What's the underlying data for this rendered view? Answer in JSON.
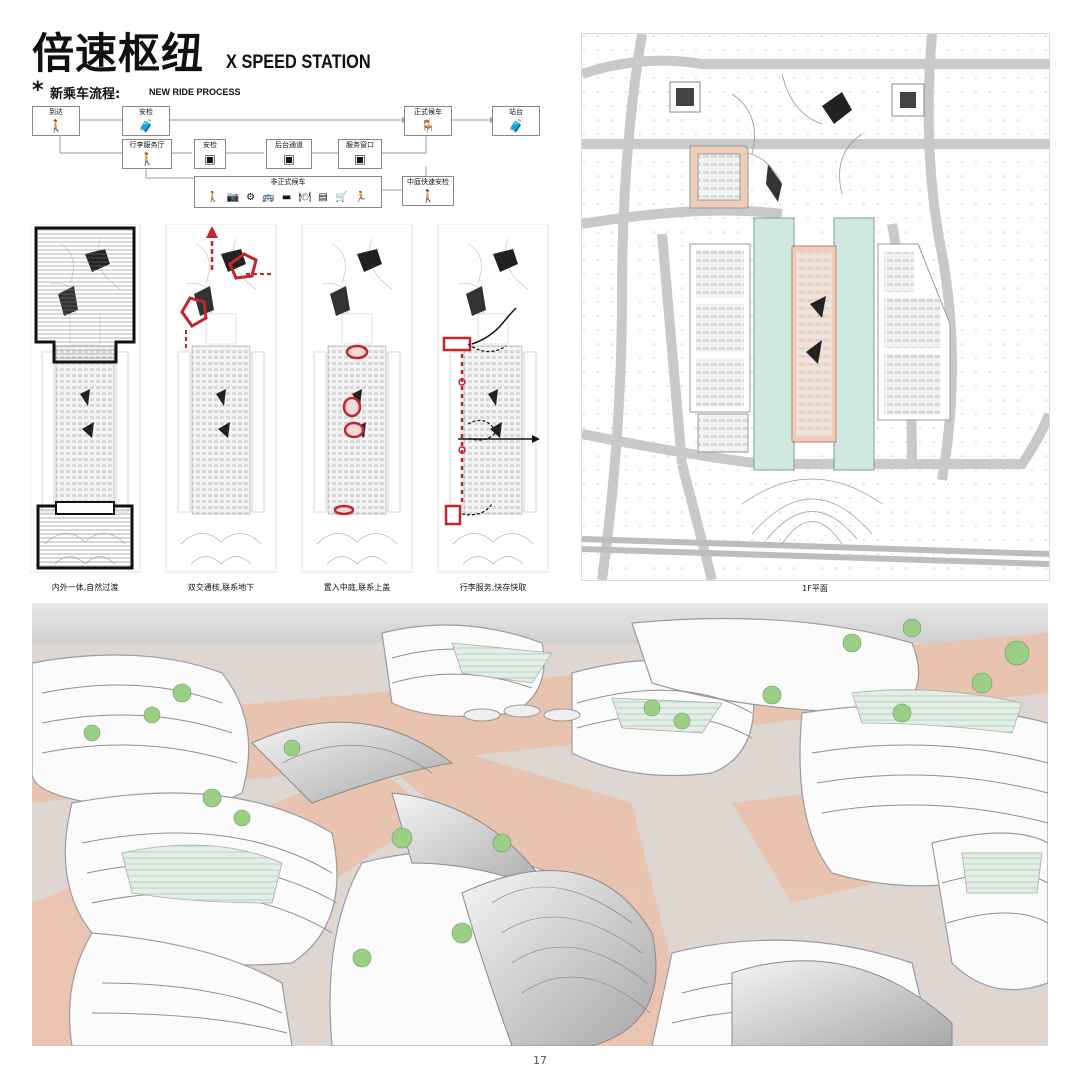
{
  "header": {
    "title_cn": "倍速枢纽",
    "title_en": "X SPEED STATION",
    "star": "*",
    "subtitle_cn": "新乘车流程:",
    "subtitle_en": "NEW RIDE PROCESS"
  },
  "flow": {
    "steps": {
      "arrive": "到达",
      "security_top": "安检",
      "boarding": "正式候车",
      "platform": "站台",
      "luggage_hall": "行李服务厅",
      "security_mid": "安检",
      "back_channel": "后台通道",
      "service_window": "服务窗口",
      "informal_waiting": "非正式候车",
      "courtyard_security": "中庭快速安检"
    },
    "icons": {
      "arrive": "walking-person-with-luggage-icon",
      "security_top": "luggage-security-icon",
      "boarding": "seated-waiting-icon",
      "platform": "luggage-platform-icon",
      "luggage_hall": "walking-person-icon",
      "security_mid": "bag-icon",
      "back_channel": "bag-icon",
      "service_window": "bag-icon",
      "informal_waiting": "amenities-icons",
      "courtyard_security": "walking-person-icon"
    },
    "amenity_glyphs": "🚶 📷 ⚙ 🚌 ▬ 🍽 ▤ 🛒 🏃"
  },
  "diagrams": {
    "captions": [
      "内外一体,自然过渡",
      "双交通核,联系地下",
      "置入中庭,联系上盖",
      "行李服务,快存快取"
    ]
  },
  "plan": {
    "caption": "1F平面"
  },
  "colors": {
    "accent_red": "#c0262c",
    "plaza_peach": "#f0cdb6",
    "band_green": "#cfe9df",
    "road_gray": "#c9c9c9"
  },
  "page_number": "17"
}
